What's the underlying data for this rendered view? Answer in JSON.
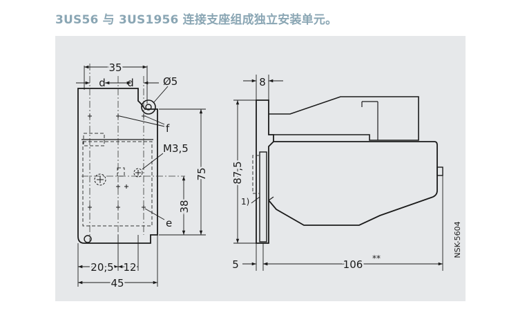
{
  "header": {
    "title": "3US56 与 3US1956 连接支座组成独立安装单元。"
  },
  "front_view": {
    "dims": {
      "width_top": "35",
      "d1": "d",
      "d2": "d",
      "hole_dia": "Ø5",
      "f_label": "f",
      "thread": "M3,5",
      "height_total": "75",
      "height_partial": "38",
      "e_label": "e",
      "x_offset": "20,5",
      "x_spacing": "12",
      "width_bottom": "45"
    }
  },
  "side_view": {
    "dims": {
      "thickness": "8",
      "height": "87,5",
      "note_ref": "1)",
      "offset_left": "5",
      "length": "106",
      "length_note": "**"
    },
    "drawing_code": "NSK-5604"
  }
}
